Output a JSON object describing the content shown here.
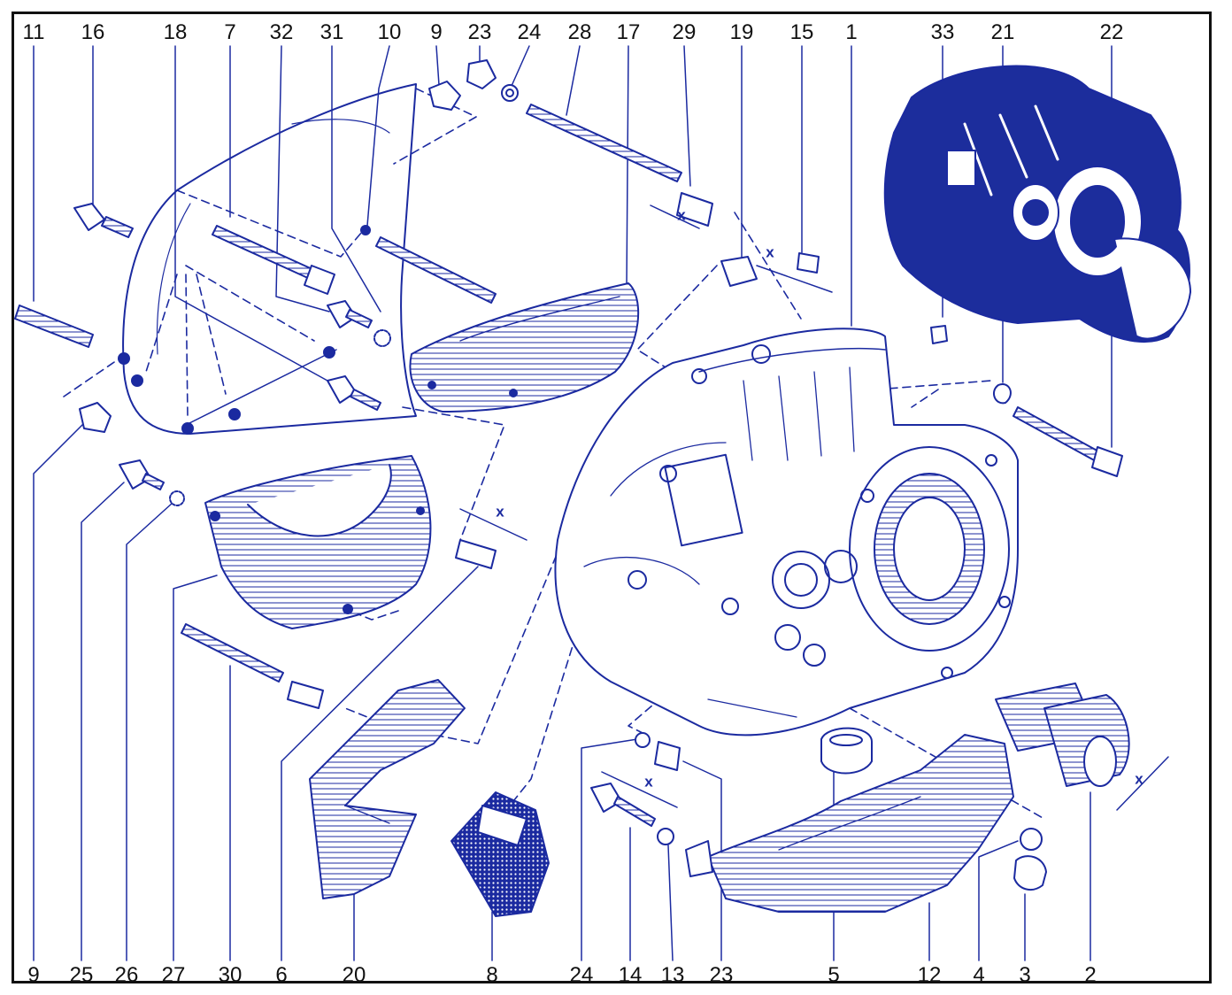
{
  "colors": {
    "ink": "#1b2aa0",
    "fill": "#ffffff",
    "shade": "#1c2d9c",
    "frame": "#111111",
    "text": "#111111"
  },
  "top_labels": [
    "11",
    "16",
    "18",
    "7",
    "32",
    "31",
    "10",
    "9",
    "23",
    "24",
    "28",
    "17",
    "29",
    "19",
    "15",
    "1",
    "33",
    "21",
    "22"
  ],
  "bottom_labels": [
    "9",
    "25",
    "26",
    "27",
    "30",
    "6",
    "20",
    "8",
    "24",
    "14",
    "13",
    "23",
    "5",
    "12",
    "4",
    "3",
    "2"
  ],
  "dimension_marks": [
    "x",
    "x",
    "x",
    "x",
    "x"
  ]
}
